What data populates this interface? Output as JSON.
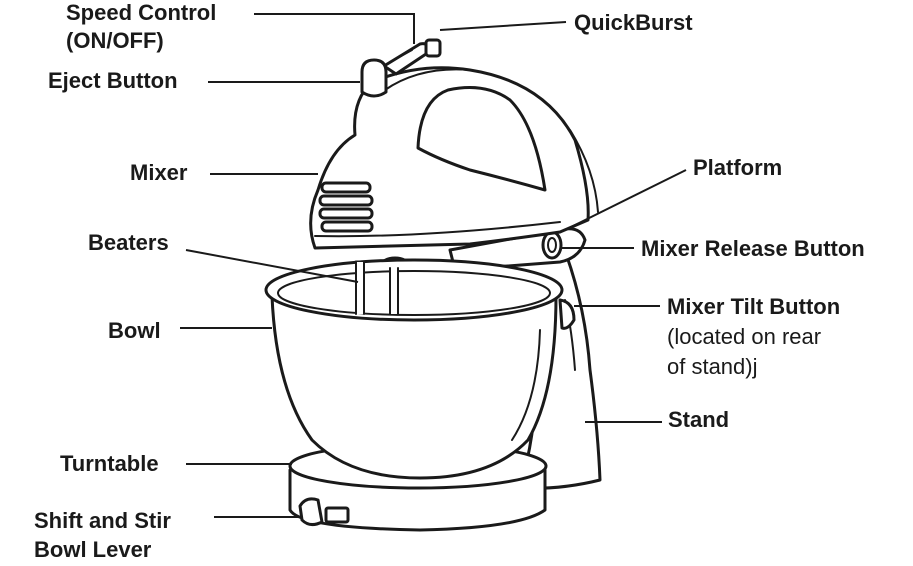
{
  "labels": {
    "speed_control_1": "Speed Control",
    "speed_control_2": "(ON/OFF)",
    "quickburst": "QuickBurst",
    "eject_button": "Eject Button",
    "mixer": "Mixer",
    "platform": "Platform",
    "beaters": "Beaters",
    "mixer_release_button": "Mixer Release Button",
    "bowl": "Bowl",
    "mixer_tilt_button": "Mixer Tilt Button",
    "mixer_tilt_note_1": "(located on rear",
    "mixer_tilt_note_2": "of stand)j",
    "stand": "Stand",
    "turntable": "Turntable",
    "shift_stir_1": "Shift and Stir",
    "shift_stir_2": "Bowl Lever"
  }
}
